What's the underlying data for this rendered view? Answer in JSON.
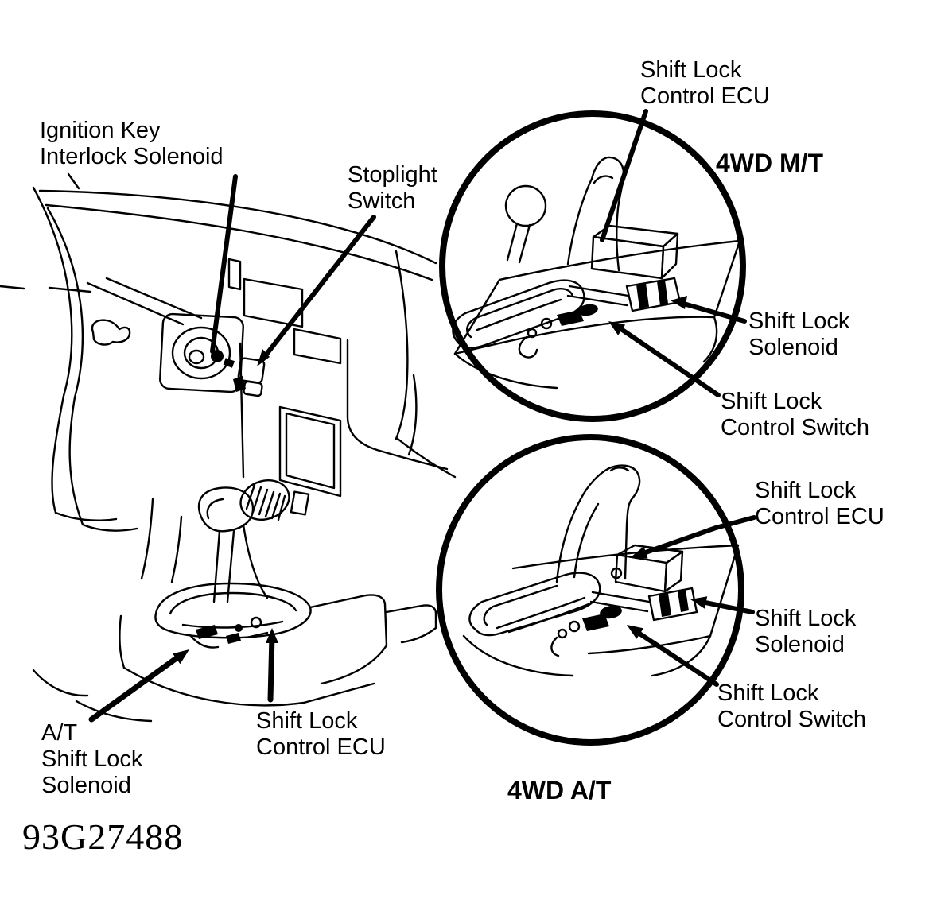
{
  "figure_id": "93G27488",
  "colors": {
    "ink": "#000000",
    "paper": "#ffffff"
  },
  "labels": {
    "ignition": "Ignition Key\nInterlock Solenoid",
    "stoplight": "Stoplight\nSwitch",
    "at_solenoid": "A/T\nShift Lock\nSolenoid",
    "floor_ecu": "Shift Lock\nControl ECU"
  },
  "inset_mt": {
    "title": "4WD M/T",
    "ecu": "Shift Lock\nControl ECU",
    "solenoid": "Shift Lock\nSolenoid",
    "switch": "Shift Lock\nControl Switch"
  },
  "inset_at": {
    "title": "4WD A/T",
    "ecu": "Shift Lock\nControl ECU",
    "solenoid": "Shift Lock\nSolenoid",
    "switch": "Shift Lock\nControl Switch"
  }
}
